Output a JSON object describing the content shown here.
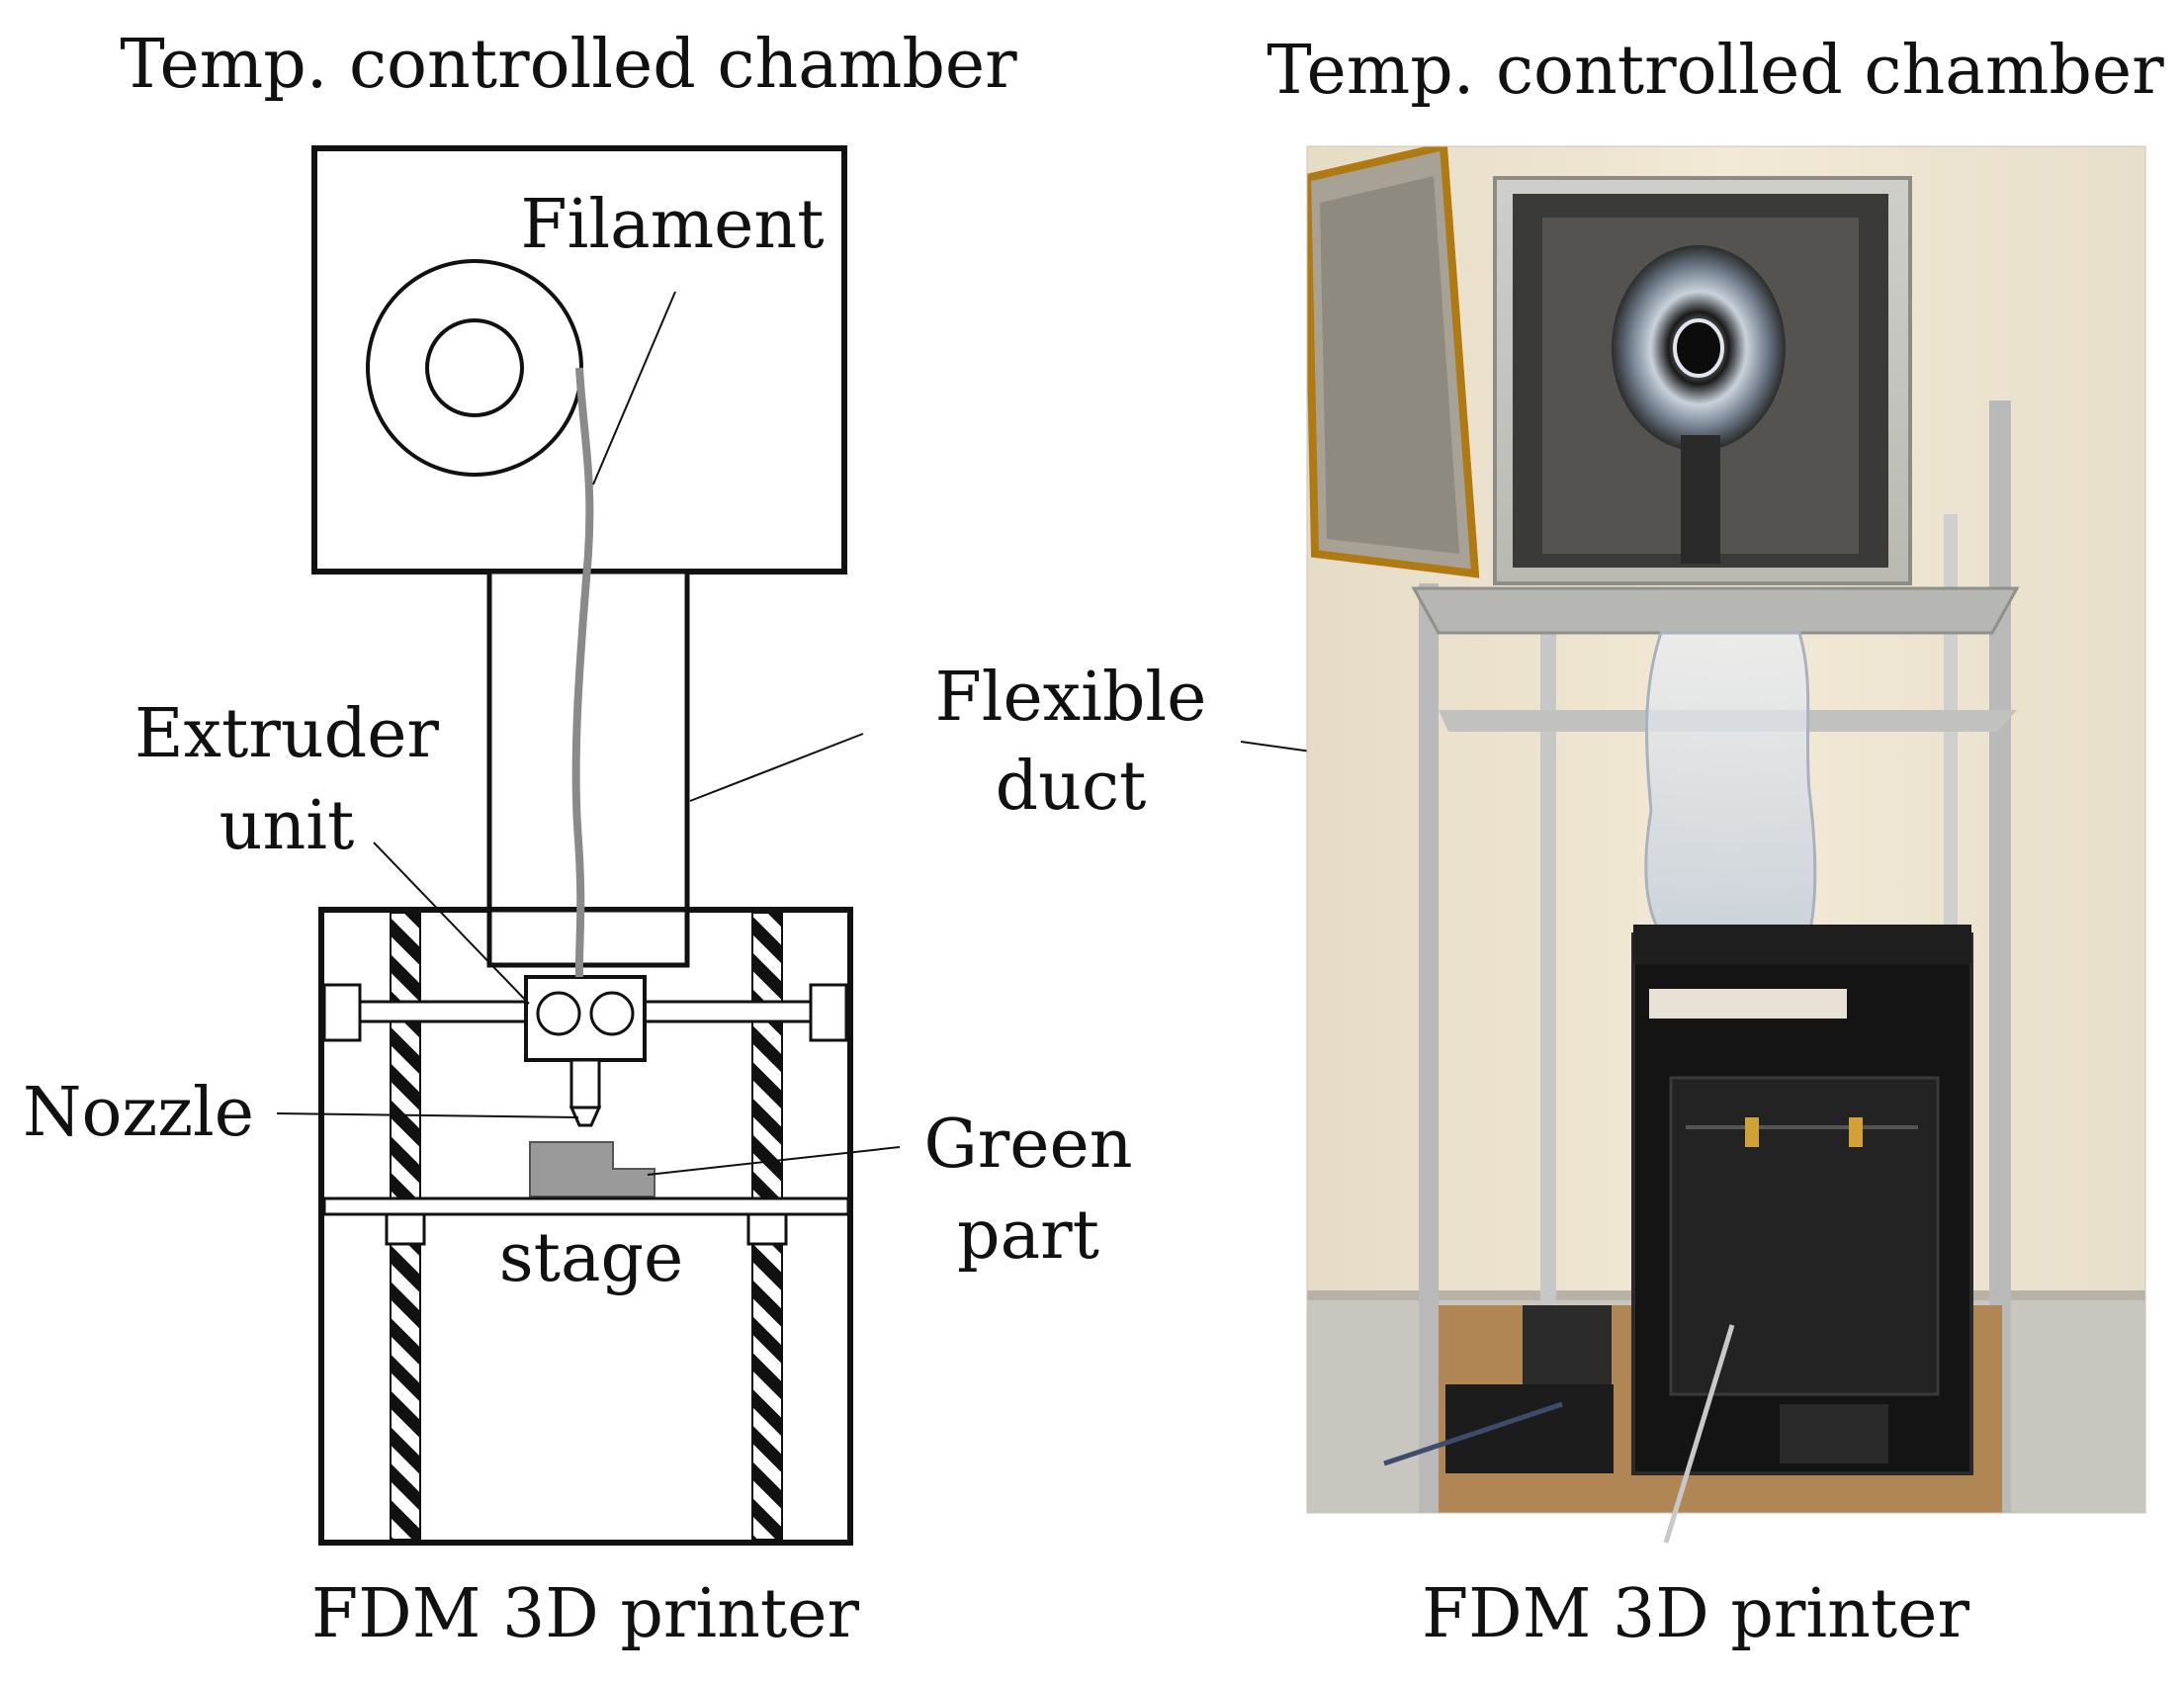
{
  "left_panel": {
    "title": "Temp. controlled chamber",
    "labels": {
      "filament": "Filament",
      "extruder_line1": "Extruder",
      "extruder_line2": "unit",
      "nozzle": "Nozzle",
      "stage": "stage",
      "green_part_line1": "Green",
      "green_part_line2": "part"
    },
    "caption": "FDM 3D printer"
  },
  "center_labels": {
    "duct_line1": "Flexible",
    "duct_line2": "duct"
  },
  "right_panel": {
    "title": "Temp. controlled chamber",
    "caption": "FDM 3D printer"
  },
  "colors": {
    "line": "#111111",
    "part_fill": "#9a9a9a",
    "filament": "#8a8a8a",
    "photo_wall": "#efe4cf",
    "printer_body": "#141414"
  }
}
